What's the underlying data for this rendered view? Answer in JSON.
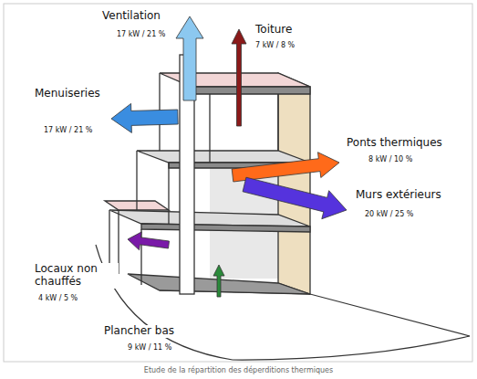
{
  "diagram": {
    "caption": "Etude de la répartition des déperditions thermiques",
    "labels": [
      "Ventilation",
      "17 kW / 21 %",
      "Toiture",
      "7 kW / 8 %",
      "Menuiseries",
      "17 kW / 21 %",
      "Ponts thermiques",
      "8 kW / 10 %",
      "Murs extérieurs",
      "20 kW / 25 %",
      "Locaux non chauffés",
      "4 kW / 5 %",
      "Plancher bas",
      "9 kW / 11 %"
    ]
  }
}
